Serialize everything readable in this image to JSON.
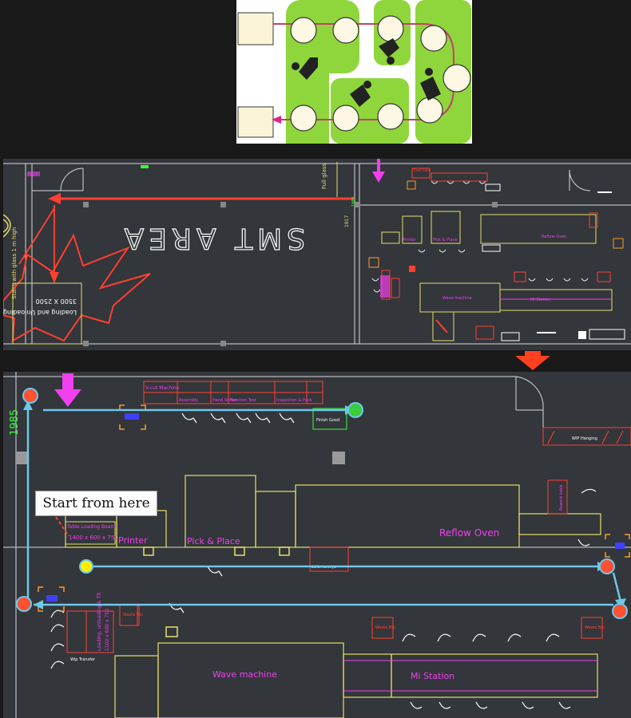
{
  "colors": {
    "background": "#191919",
    "cad_background": "#33363b",
    "cad_line": "#e6e066",
    "cad_white": "#d8d8d8",
    "magenta": "#f040f0",
    "red": "#ff4030",
    "flow_cyan": "#6cc8ea",
    "pad_green": "#8fd63c",
    "flow_loop": "#c2416a"
  },
  "mid_plan": {
    "area_label": "SMT AREA",
    "partition_label": "Full glass",
    "dim_1917": "1917",
    "dim_1985": "1985",
    "storage_label_1": "3500 X 2500",
    "storage_label_2": "Loading and Unloading",
    "side_label": "Stairs with glass 1 m high",
    "machines": [
      "Printer",
      "Pick & Place",
      "Reflow Oven",
      "Wave machine",
      "Mi Station"
    ],
    "small_label": "Feed table"
  },
  "bottom_plan": {
    "callout": "Start from here",
    "dim_1985": "1985",
    "header_labels": [
      "V-cut Machine",
      "Assembly",
      "Hand Solder",
      "Function Test",
      "Inspection & Pack"
    ],
    "finish_good": "Finish Good",
    "wip_label": "WIP Hanging",
    "loading_board": "Table Loading Board",
    "loading_size": "1400 x 600 x 750",
    "machines": {
      "printer": "Printer",
      "pick_place": "Pick & Place",
      "reflow": "Reflow Oven",
      "wave": "Wave machine",
      "mi": "Mi Station"
    },
    "reflow_small": "Buffer conveyor",
    "rework_label": "Rework table",
    "left_loading": "Loading, unloading & TR",
    "left_size": "1100 x 600 x 750",
    "wip_transfer": "Wip Transfer",
    "waste_labels": [
      "Waste Bin",
      "Waste Bin",
      "Waste Bin"
    ]
  }
}
